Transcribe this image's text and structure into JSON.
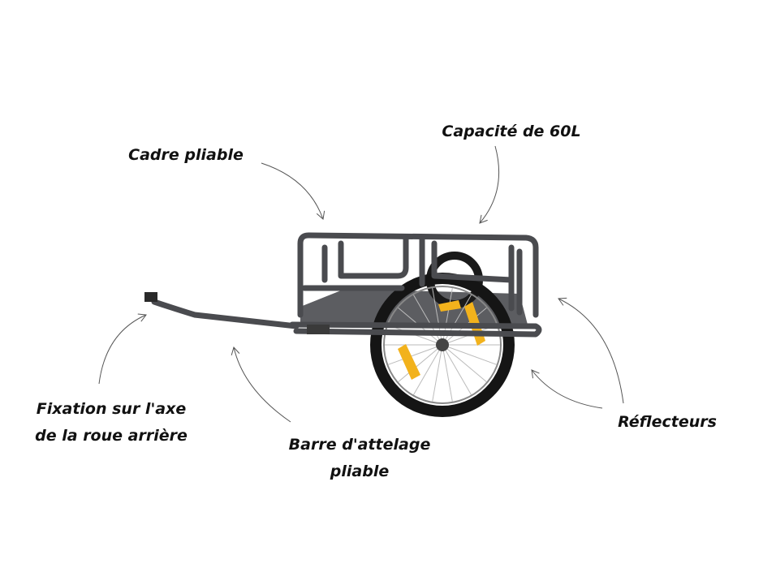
{
  "labels": {
    "frame": "Cadre pliable",
    "capacity": "Capacité de 60L",
    "mount_line1": "Fixation sur l'axe",
    "mount_line2": "de la roue arrière",
    "towbar_line1": "Barre d'attelage",
    "towbar_line2": "pliable",
    "reflectors": "Réflecteurs"
  },
  "colors": {
    "frame": "#4a4b4f",
    "reflector": "#f2b21c",
    "tire": "#151515",
    "arrow": "#555555"
  }
}
